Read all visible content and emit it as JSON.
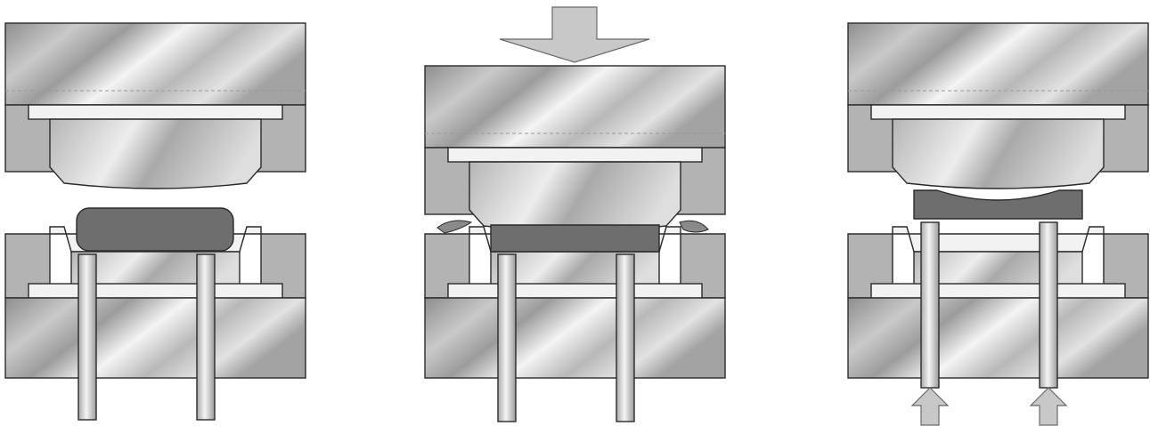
{
  "diagram": {
    "panels": [
      {
        "id": "open",
        "charge": "billet",
        "upper_arrow": false,
        "ejector_arrows": false,
        "flash": false
      },
      {
        "id": "pressing",
        "charge": "pressed",
        "upper_arrow": true,
        "ejector_arrows": false,
        "flash": true
      },
      {
        "id": "ejection",
        "charge": "ejected",
        "upper_arrow": false,
        "ejector_arrows": true,
        "flash": false
      }
    ],
    "colors": {
      "outline": "#2a2a2a",
      "steel_light": "#f2f2f2",
      "steel_mid": "#cfcfcf",
      "steel_dark": "#8e8e8e",
      "body_gray": "#b3b3b3",
      "charge": "#6e6e6e",
      "arrow": "#c8c8c8"
    }
  }
}
